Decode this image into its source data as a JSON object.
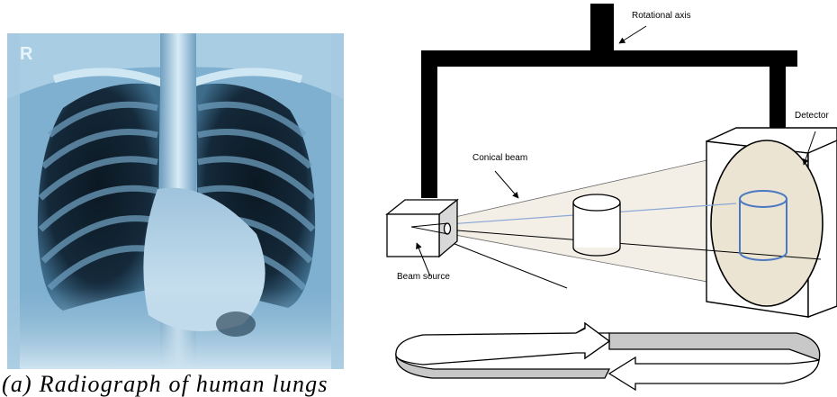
{
  "radiograph": {
    "marker": "R",
    "caption": "(a) Radiograph of human lungs"
  },
  "diagram": {
    "labels": {
      "rotational_axis": "Rotational axis",
      "detector": "Detector",
      "conical_beam": "Conical beam",
      "beam_source": "Beam source"
    },
    "colors": {
      "frame": "#000000",
      "beam_fill": "#f3efe6",
      "detector_disc": "#ece4d2",
      "cylinder_outline": "#4a78c2",
      "beam_center_line": "#8aa6d6",
      "arrow_band": "#c8c8c8"
    }
  }
}
